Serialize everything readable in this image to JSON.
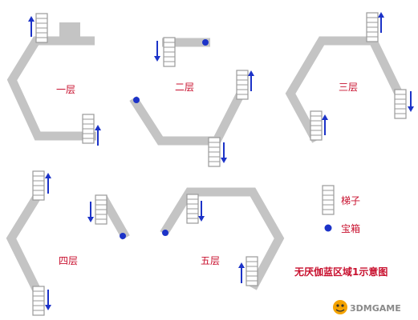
{
  "floors": [
    {
      "label": "一层"
    },
    {
      "label": "二层"
    },
    {
      "label": "三层"
    },
    {
      "label": "四层"
    },
    {
      "label": "五层"
    }
  ],
  "legend": {
    "stairs_label": "梯子",
    "chest_label": "宝箱"
  },
  "caption": "无厌伽蓝区域1示意图",
  "watermark": {
    "text": "3DMGAME"
  },
  "colors": {
    "corridor": "#c4c4c4",
    "stairs": "#9a9a9a",
    "arrow": "#1c33c8",
    "chest": "#1c33c8",
    "label": "#c8102e"
  }
}
